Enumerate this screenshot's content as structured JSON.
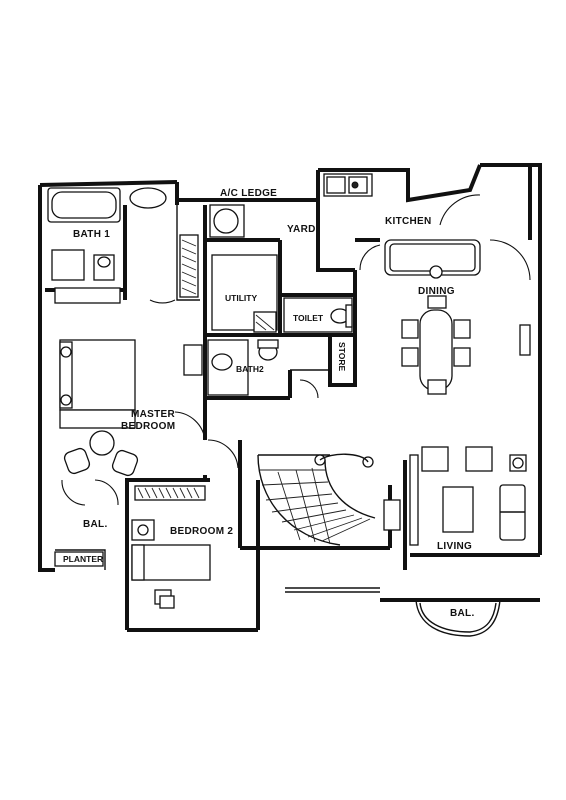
{
  "rooms": {
    "ac_ledge": "A/C LEDGE",
    "bath1": "BATH 1",
    "yard": "YARD",
    "kitchen": "KITCHEN",
    "dining": "DINING",
    "utility": "UTILITY",
    "toilet": "TOILET",
    "bath2": "BATH2",
    "store": "STORE",
    "master_bedroom_1": "MASTER",
    "master_bedroom_2": "BEDROOM",
    "bedroom2": "BEDROOM 2",
    "living": "LIVING",
    "bal_left": "BAL.",
    "bal_right": "BAL.",
    "planter": "PLANTER"
  }
}
